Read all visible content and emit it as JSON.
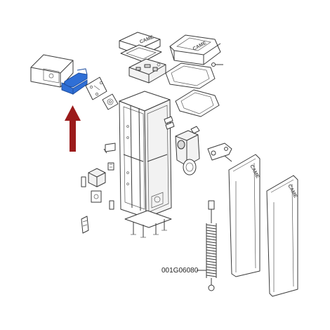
{
  "diagram": {
    "callout_label": "001G06080",
    "highlight_color": "#2f6fd6",
    "arrow_color": "#9b1b1b",
    "logo_text": "CAME",
    "parts": [
      "end-cap-cover",
      "highlighted-bracket",
      "mounting-plate",
      "control-box-lid",
      "control-board",
      "motor-cover",
      "cover-gasket-frame",
      "inspection-frame",
      "cabinet-column",
      "gearmotor",
      "release-lever",
      "side-panel-left",
      "side-panel-right",
      "balancing-spring",
      "small-components"
    ]
  }
}
